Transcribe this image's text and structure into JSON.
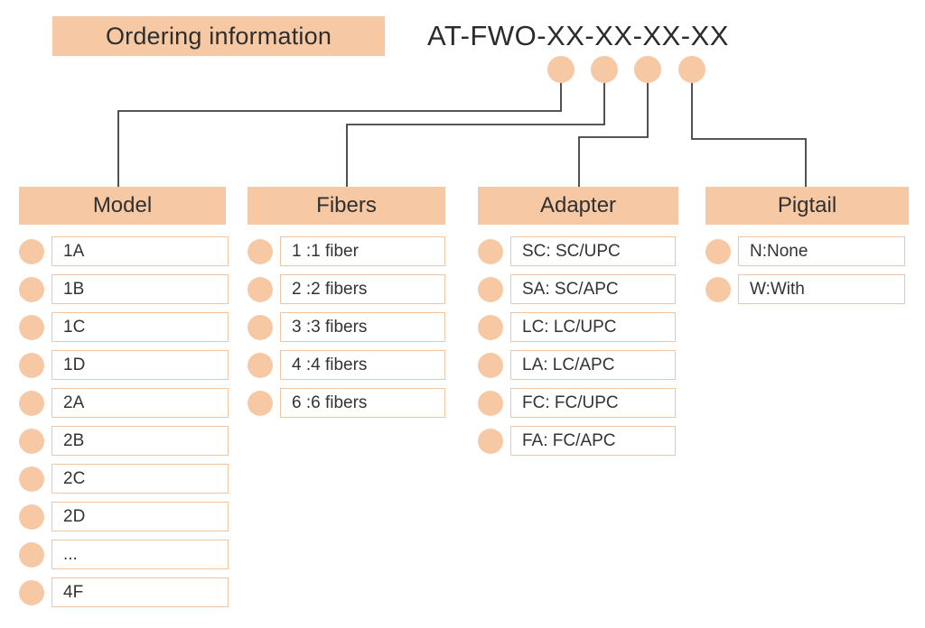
{
  "title": {
    "label": "Ordering information"
  },
  "part_number": "AT-FWO-XX-XX-XX-XX",
  "colors": {
    "peach": "#F7C8A4",
    "box_border": "#F0C5A3",
    "text": "#333333",
    "line": "#3F3F3F",
    "bg": "#FFFFFF"
  },
  "code_dots": {
    "count": 4,
    "color": "#F7C8A4"
  },
  "columns": [
    {
      "id": "model",
      "label": "Model",
      "items": [
        "1A",
        "1B",
        "1C",
        "1D",
        "2A",
        "2B",
        "2C",
        "2D",
        "...",
        "4F"
      ]
    },
    {
      "id": "fibers",
      "label": "Fibers",
      "items": [
        "1 :1 fiber",
        "2 :2 fibers",
        "3 :3 fibers",
        "4 :4 fibers",
        "6 :6 fibers"
      ]
    },
    {
      "id": "adapter",
      "label": "Adapter",
      "items": [
        "SC: SC/UPC",
        "SA: SC/APC",
        "LC: LC/UPC",
        "LA: LC/APC",
        "FC: FC/UPC",
        "FA: FC/APC"
      ]
    },
    {
      "id": "pigtail",
      "label": "Pigtail",
      "items": [
        "N:None",
        "W:With"
      ]
    }
  ]
}
